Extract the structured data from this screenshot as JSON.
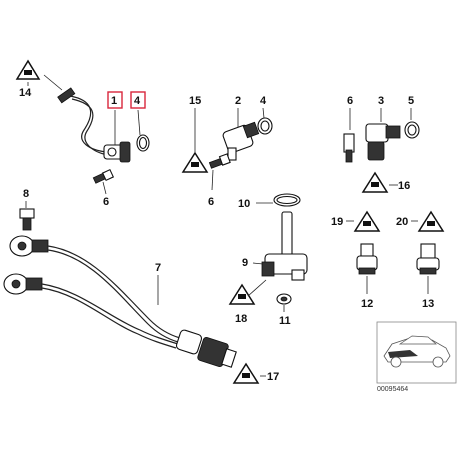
{
  "diagram": {
    "labels": {
      "n1": "1",
      "n2": "2",
      "n3": "3",
      "n4a": "4",
      "n4b": "4",
      "n5": "5",
      "n6a": "6",
      "n6b": "6",
      "n6c": "6",
      "n7": "7",
      "n8": "8",
      "n9": "9",
      "n10": "10",
      "n11": "11",
      "n12": "12",
      "n13": "13",
      "n14": "14",
      "n15": "15",
      "n16": "16",
      "n17": "17",
      "n18": "18",
      "n19": "19",
      "n20": "20"
    },
    "part_number": "00095464",
    "colors": {
      "highlight": "#d9263c",
      "ink": "#111111"
    }
  }
}
